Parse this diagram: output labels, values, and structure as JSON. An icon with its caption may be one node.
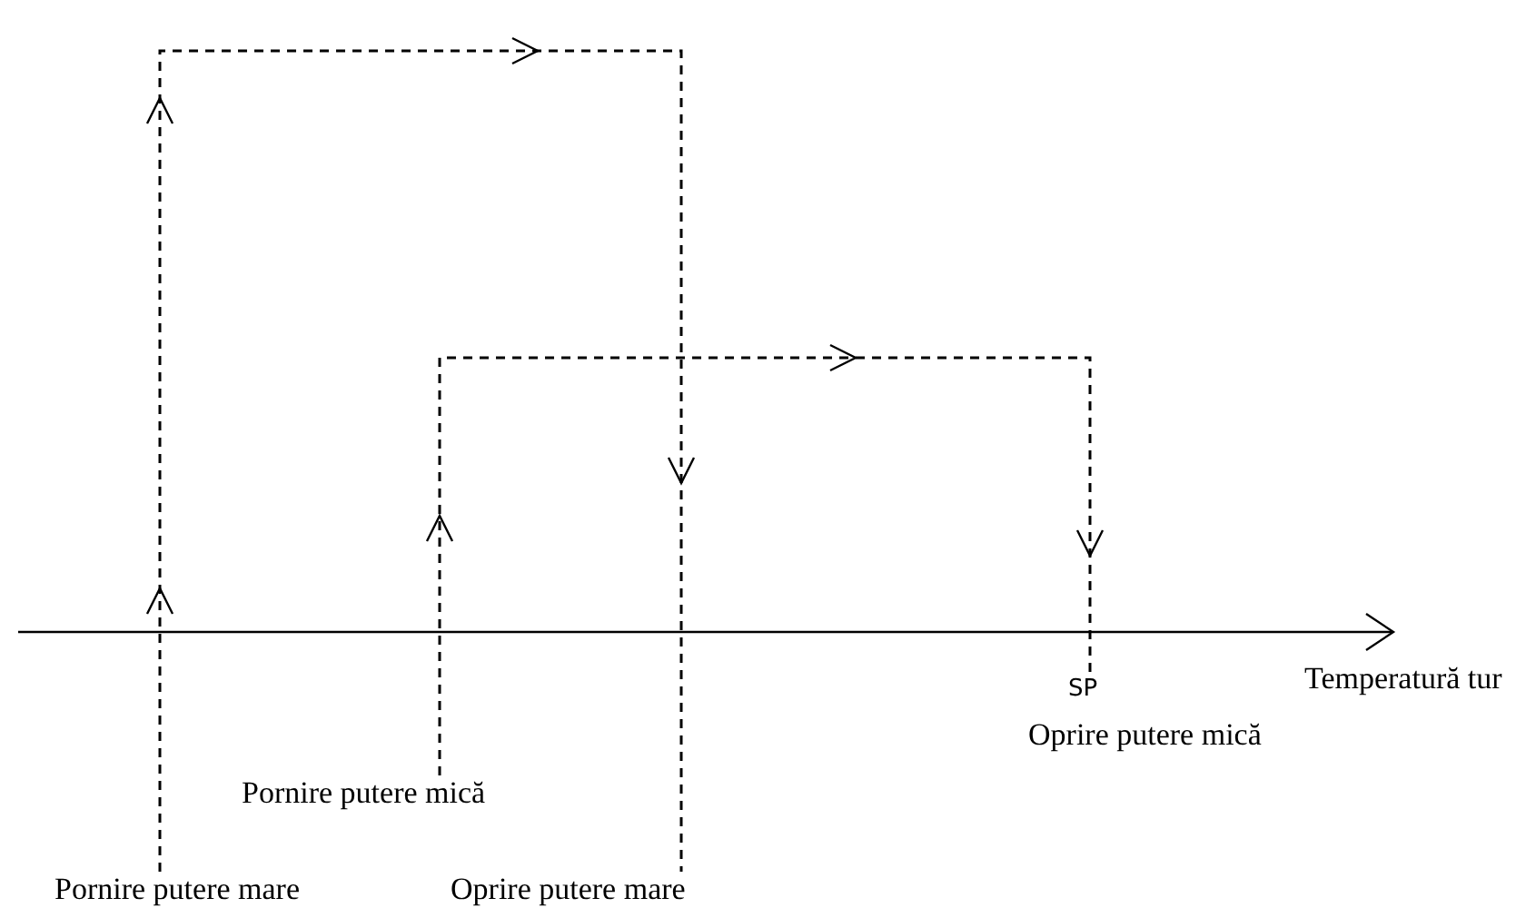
{
  "diagram": {
    "nodes": [
      {
        "text": [
          "Pornire putere mare"
        ]
      },
      {
        "text": [
          "Oprire putere mare"
        ]
      },
      {
        "text": [
          "Pornire putere mică"
        ]
      },
      {
        "text": [
          "SP"
        ]
      }
    ],
    "edges": [
      {
        "from": 0,
        "to": 1,
        "arrow": "to",
        "style": "dashed"
      },
      {
        "from": 2,
        "to": 3,
        "arrow": "to",
        "style": "dashed"
      }
    ],
    "labels": [
      "Temperatură tur",
      "Oprire putere mică"
    ]
  }
}
